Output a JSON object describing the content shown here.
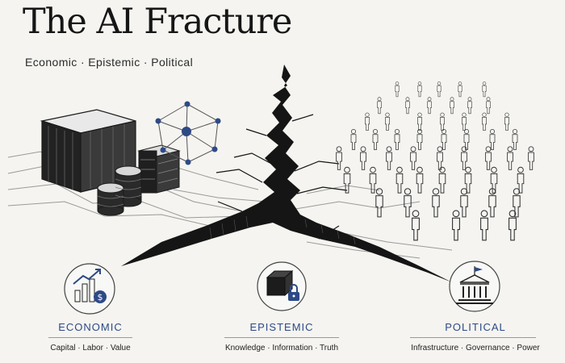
{
  "header": {
    "title": "The AI Fracture",
    "subtitle": "Economic · Epistemic · Political"
  },
  "pillars": [
    {
      "title": "ECONOMIC",
      "subtitle": "Capital · Labor · Value",
      "icon": "growth-chart-dollar-icon"
    },
    {
      "title": "EPISTEMIC",
      "subtitle": "Knowledge · Information · Truth",
      "icon": "locked-box-icon"
    },
    {
      "title": "POLITICAL",
      "subtitle": "Infrastructure · Governance · Power",
      "icon": "government-building-icon"
    }
  ],
  "colors": {
    "accent": "#2d4a86",
    "ink": "#161616",
    "background": "#f5f4f0",
    "line": "#8a8a8a"
  }
}
